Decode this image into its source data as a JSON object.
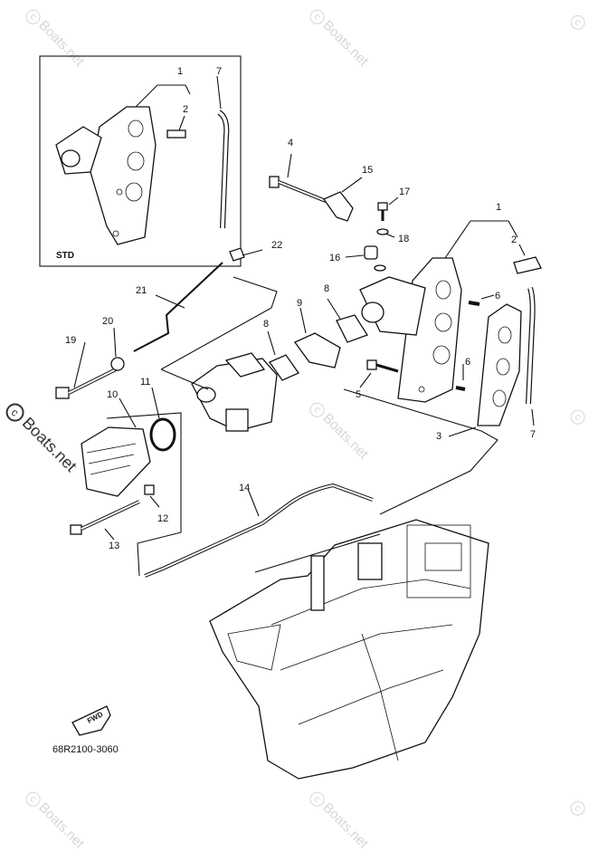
{
  "watermark": {
    "symbol": "c",
    "text": "Boats.net"
  },
  "inset_label": "STD",
  "fwd_label": "FWD",
  "diagram_code": "68R2100-3060",
  "callouts": {
    "c1a": "1",
    "c7a": "7",
    "c2a": "2",
    "c4": "4",
    "c15": "15",
    "c17": "17",
    "c1b": "1",
    "c2b": "2",
    "c18": "18",
    "c22": "22",
    "c16": "16",
    "c6a": "6",
    "c21": "21",
    "c8a": "8",
    "c9": "9",
    "c8b": "8",
    "c20": "20",
    "c19": "19",
    "c6b": "6",
    "c5": "5",
    "c11": "11",
    "c10": "10",
    "c3": "3",
    "c7b": "7",
    "c14": "14",
    "c12": "12",
    "c13": "13"
  }
}
